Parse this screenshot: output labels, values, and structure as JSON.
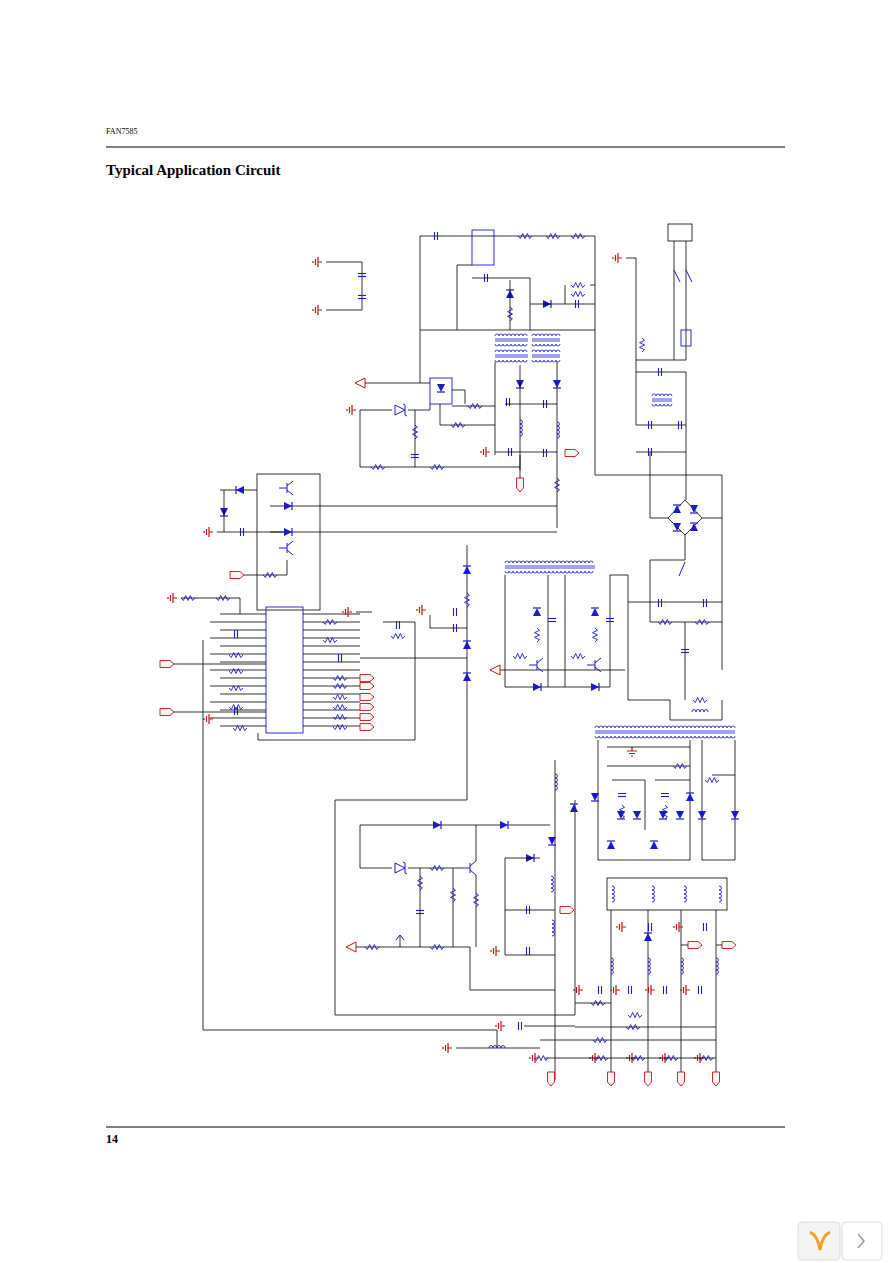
{
  "diagram": {
    "title": "Typical Application Circuit",
    "labels": [
      "FAN7585",
      "14"
    ]
  }
}
